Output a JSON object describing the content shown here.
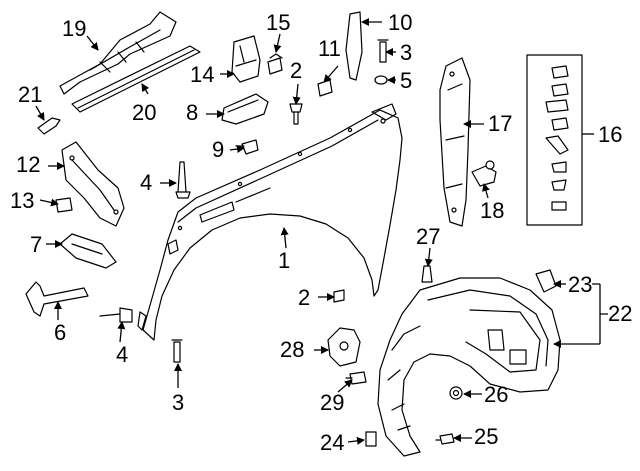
{
  "diagram": {
    "callouts": [
      {
        "id": "c19",
        "text": "19"
      },
      {
        "id": "c15",
        "text": "15"
      },
      {
        "id": "c10",
        "text": "10"
      },
      {
        "id": "c11",
        "text": "11"
      },
      {
        "id": "c3a",
        "text": "3"
      },
      {
        "id": "c14",
        "text": "14"
      },
      {
        "id": "c2a",
        "text": "2"
      },
      {
        "id": "c5",
        "text": "5"
      },
      {
        "id": "c21",
        "text": "21"
      },
      {
        "id": "c20",
        "text": "20"
      },
      {
        "id": "c8",
        "text": "8"
      },
      {
        "id": "c17",
        "text": "17"
      },
      {
        "id": "c16",
        "text": "16"
      },
      {
        "id": "c9",
        "text": "9"
      },
      {
        "id": "c12",
        "text": "12"
      },
      {
        "id": "c4a",
        "text": "4"
      },
      {
        "id": "c13",
        "text": "13"
      },
      {
        "id": "c18",
        "text": "18"
      },
      {
        "id": "c7",
        "text": "7"
      },
      {
        "id": "c27",
        "text": "27"
      },
      {
        "id": "c1",
        "text": "1"
      },
      {
        "id": "c23",
        "text": "23"
      },
      {
        "id": "c2b",
        "text": "2"
      },
      {
        "id": "c22",
        "text": "22"
      },
      {
        "id": "c6",
        "text": "6"
      },
      {
        "id": "c28",
        "text": "28"
      },
      {
        "id": "c4b",
        "text": "4"
      },
      {
        "id": "c26",
        "text": "26"
      },
      {
        "id": "c3b",
        "text": "3"
      },
      {
        "id": "c29",
        "text": "29"
      },
      {
        "id": "c25",
        "text": "25"
      },
      {
        "id": "c24",
        "text": "24"
      }
    ]
  }
}
